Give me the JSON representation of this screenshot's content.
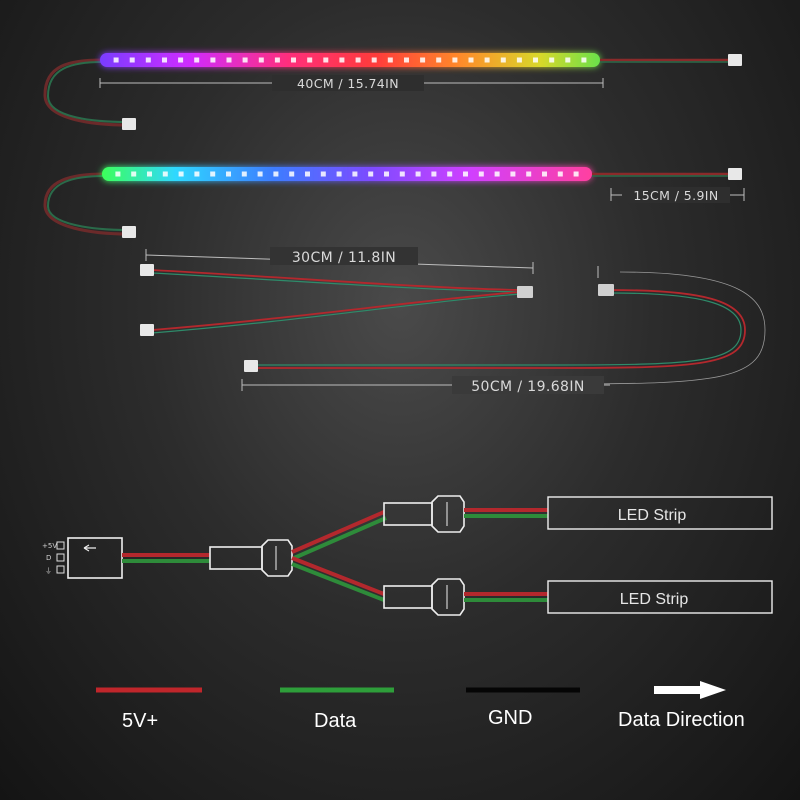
{
  "products": {
    "strip1_length": "40CM / 15.74IN",
    "strip2_lead_length": "15CM / 5.9IN",
    "splitter_length": "30CM / 11.8IN",
    "extension_length": "50CM / 19.68IN"
  },
  "diagram": {
    "pins": [
      "+5V",
      "D",
      "⏚"
    ],
    "strip_top_label": "LED Strip",
    "strip_bottom_label": "LED Strip"
  },
  "legend": {
    "power": {
      "label": "5V+",
      "color": "#c0262b"
    },
    "data": {
      "label": "Data",
      "color": "#2e9e3a"
    },
    "ground": {
      "label": "GND",
      "color": "#050505"
    },
    "direction": {
      "label": "Data Direction",
      "color": "#ffffff"
    }
  },
  "colors": {
    "wire_red": "#b3282d",
    "wire_green": "#2e8b3a",
    "connector": "#f2f2f2",
    "dimension": "#bdbdbd"
  }
}
